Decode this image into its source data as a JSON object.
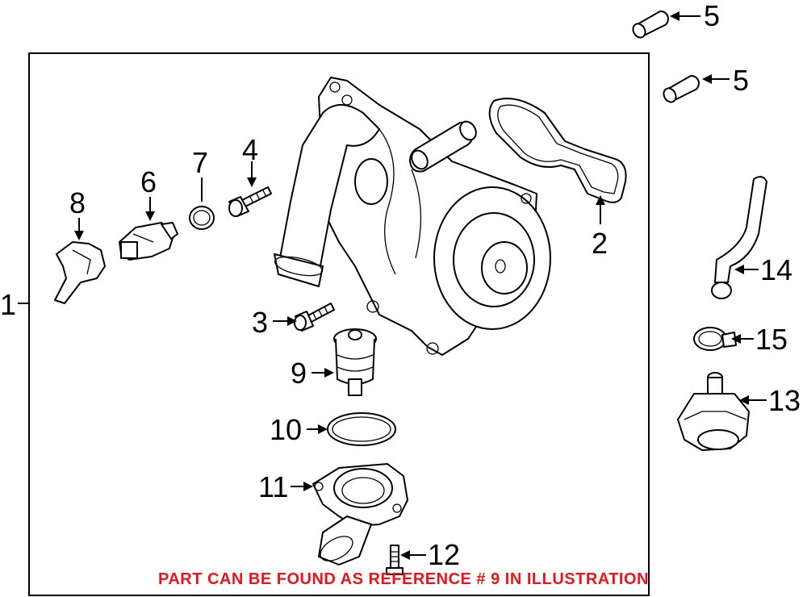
{
  "callouts": {
    "c1": "1",
    "c2": "2",
    "c3": "3",
    "c4": "4",
    "c5a": "5",
    "c5b": "5",
    "c6": "6",
    "c7": "7",
    "c8": "8",
    "c9": "9",
    "c10": "10",
    "c11": "11",
    "c12": "12",
    "c13": "13",
    "c14": "14",
    "c15": "15"
  },
  "footnote": {
    "text": "PART CAN BE FOUND AS REFERENCE # 9 IN ILLUSTRATION",
    "color": "#e8151b"
  },
  "colors": {
    "line": "#000000",
    "background": "#ffffff"
  }
}
